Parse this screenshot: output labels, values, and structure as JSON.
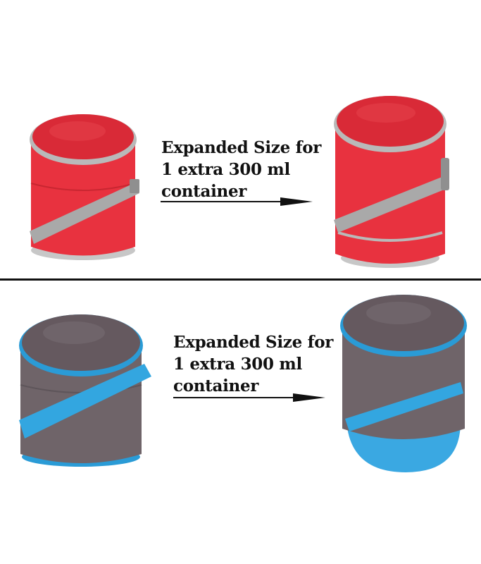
{
  "top": {
    "caption": {
      "line1": "Expanded Size for",
      "line2": "1 extra 300 ml",
      "line3": "container"
    },
    "colors": {
      "body": "#e8323f",
      "lid": "#d92a37",
      "trim": "#b9b9b9",
      "strap": "#a9a9a9"
    }
  },
  "bottom": {
    "caption": {
      "line1": "Expanded Size for",
      "line2": "1 extra 300 ml",
      "line3": "container"
    },
    "colors": {
      "body": "#6f6469",
      "lid": "#65595f",
      "trim": "#2a9bd6",
      "strap": "#33a6e0"
    }
  }
}
